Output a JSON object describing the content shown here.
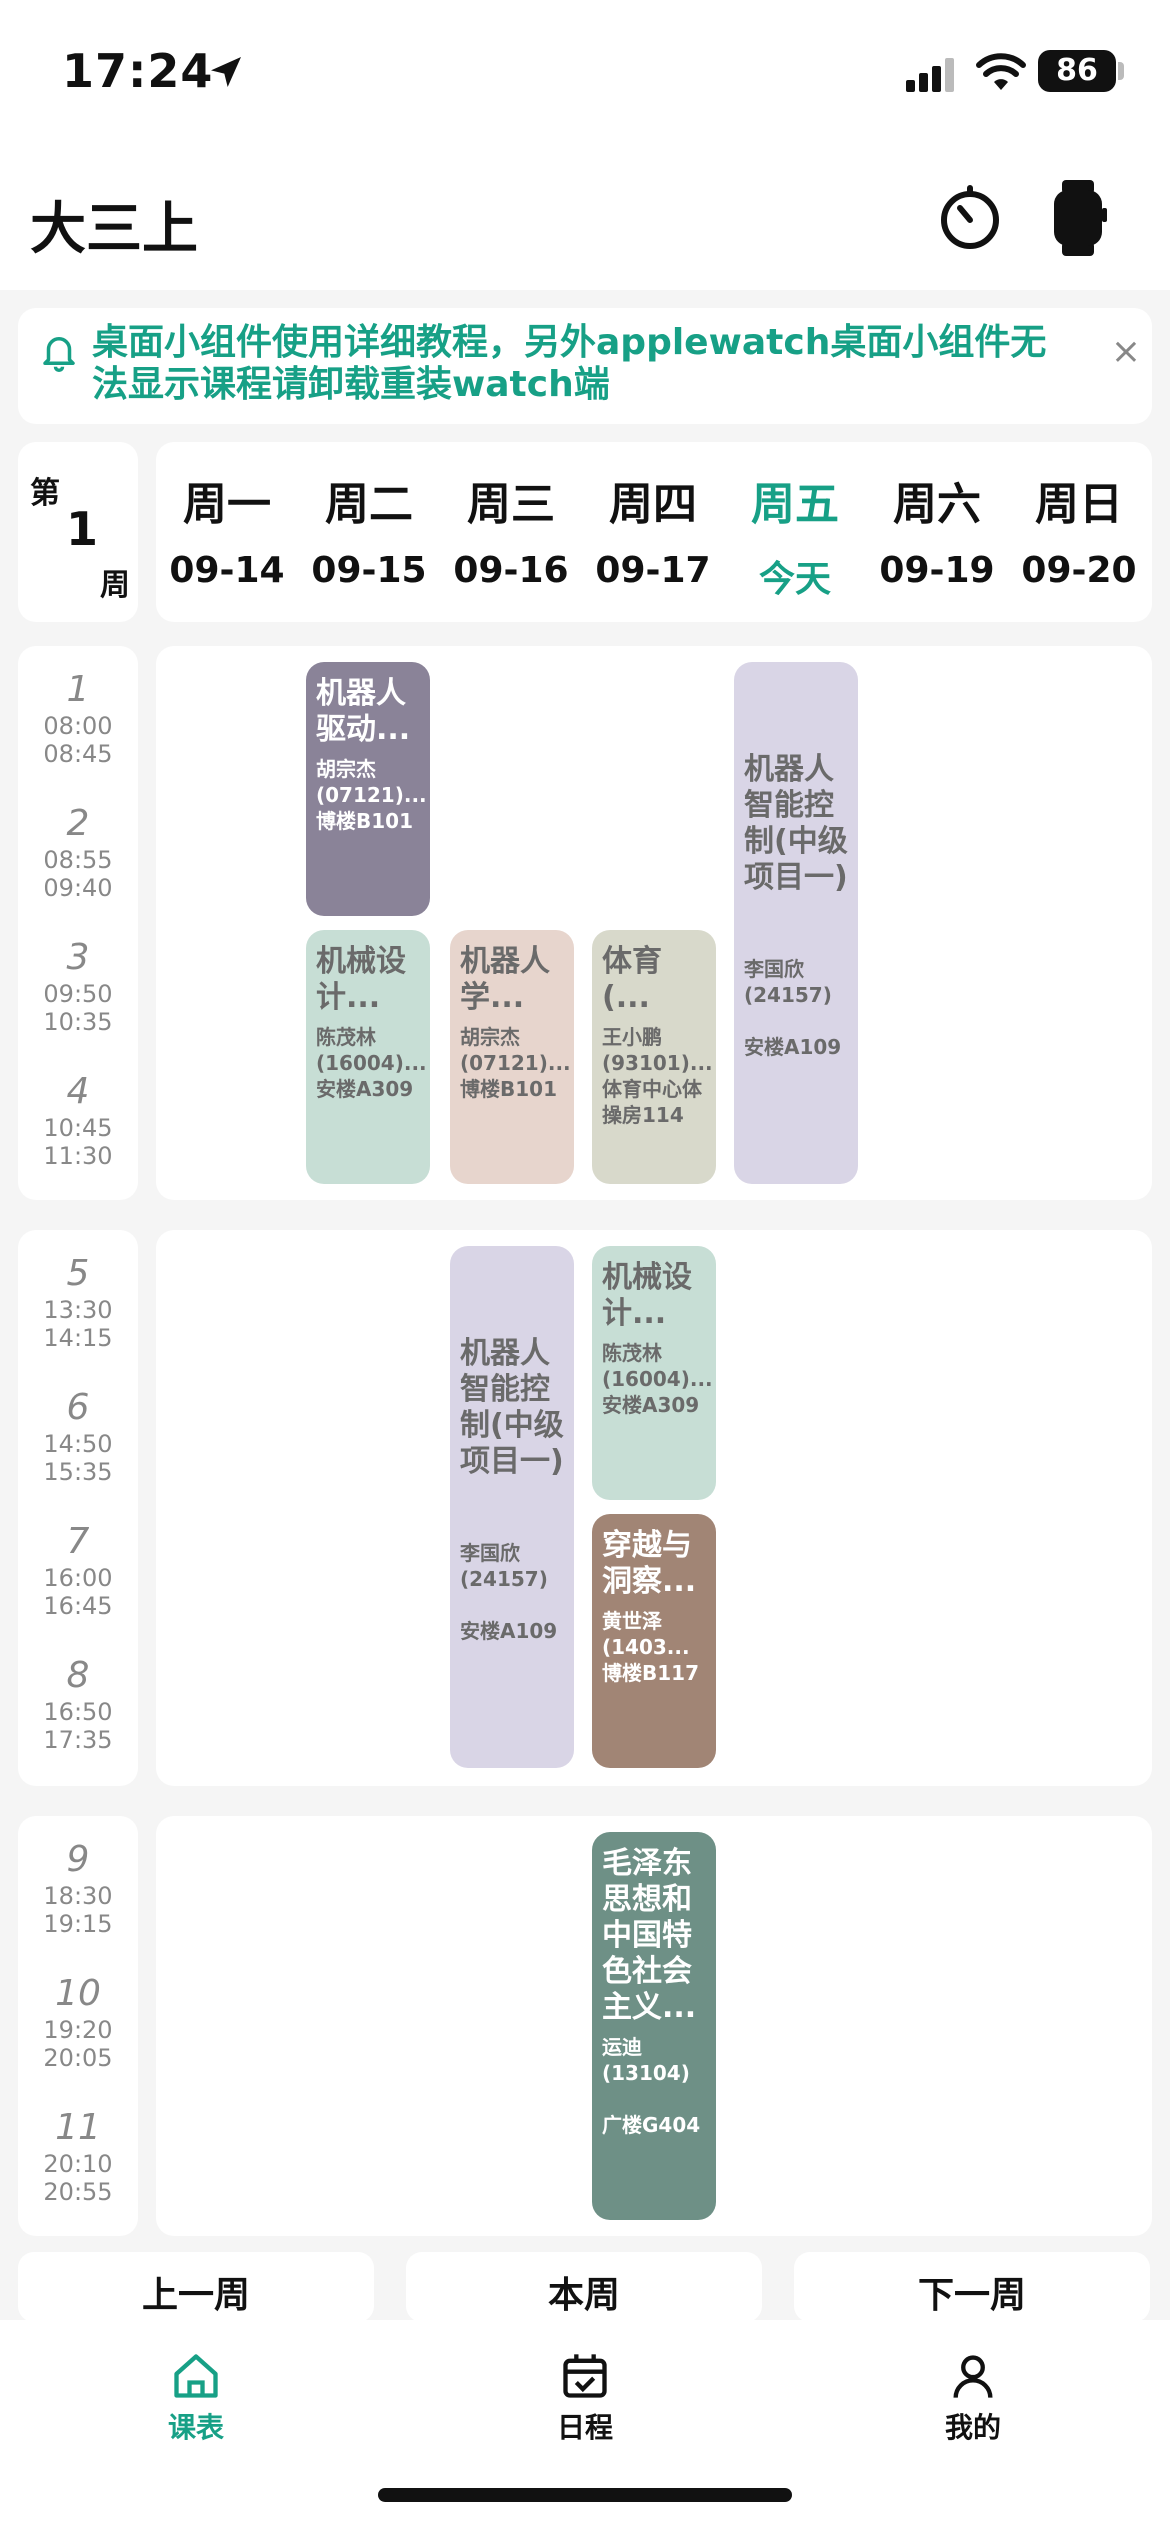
{
  "status": {
    "time": "17:24",
    "battery": "86"
  },
  "header": {
    "title": "大三上"
  },
  "notice": {
    "text": "桌面小组件使用详细教程，另外applewatch桌面小组件无法显示课程请卸载重装watch端",
    "close": "×"
  },
  "week": {
    "prefix": "第",
    "number": "1",
    "suffix": "周"
  },
  "days": [
    {
      "name": "周一",
      "date": "09-14"
    },
    {
      "name": "周二",
      "date": "09-15"
    },
    {
      "name": "周三",
      "date": "09-16"
    },
    {
      "name": "周四",
      "date": "09-17"
    },
    {
      "name": "周五",
      "date": "今天"
    },
    {
      "name": "周六",
      "date": "09-19"
    },
    {
      "name": "周日",
      "date": "09-20"
    }
  ],
  "periods": [
    {
      "num": "1",
      "start": "08:00",
      "end": "08:45"
    },
    {
      "num": "2",
      "start": "08:55",
      "end": "09:40"
    },
    {
      "num": "3",
      "start": "09:50",
      "end": "10:35"
    },
    {
      "num": "4",
      "start": "10:45",
      "end": "11:30"
    },
    {
      "num": "5",
      "start": "13:30",
      "end": "14:15"
    },
    {
      "num": "6",
      "start": "14:50",
      "end": "15:35"
    },
    {
      "num": "7",
      "start": "16:00",
      "end": "16:45"
    },
    {
      "num": "8",
      "start": "16:50",
      "end": "17:35"
    },
    {
      "num": "9",
      "start": "18:30",
      "end": "19:15"
    },
    {
      "num": "10",
      "start": "19:20",
      "end": "20:05"
    },
    {
      "num": "11",
      "start": "20:10",
      "end": "20:55"
    }
  ],
  "courses": [
    {
      "name": "机器人驱动...",
      "teacher": "胡宗杰",
      "code": "(07121)...",
      "room": "博楼B101",
      "color": "#8a8398"
    },
    {
      "name": "机械设计...",
      "teacher": "陈茂林",
      "code": "(16004)...",
      "room": "安楼A309",
      "color": "#c7ded5"
    },
    {
      "name": "机器人学...",
      "teacher": "胡宗杰",
      "code": "(07121)...",
      "room": "博楼B101",
      "color": "#e7d5cd"
    },
    {
      "name": "体育(...",
      "teacher": "王小鹏",
      "code": "(93101)...",
      "room": "体育中心体操房114",
      "color": "#d8d9cb"
    },
    {
      "name": "机器人智能控制(中级项目一)",
      "teacher": "李国欣",
      "code": "(24157)",
      "room": "安楼A109",
      "color": "#d9d5e6"
    },
    {
      "name": "机器人智能控制(中级项目一)",
      "teacher": "李国欣",
      "code": "(24157)",
      "room": "安楼A109",
      "color": "#d9d5e6"
    },
    {
      "name": "机械设计...",
      "teacher": "陈茂林",
      "code": "(16004)...",
      "room": "安楼A309",
      "color": "#c7ded5"
    },
    {
      "name": "穿越与洞察...",
      "teacher": "黄世泽",
      "code": "(1403...",
      "room": "博楼B117",
      "color": "#a18575"
    },
    {
      "name": "毛泽东思想和中国特色社会主义...",
      "teacher": "运迪",
      "code": "(13104)",
      "room": "广楼G404",
      "color": "#6e9086"
    }
  ],
  "nav": {
    "prev": "上一周",
    "current": "本周",
    "next": "下一周"
  },
  "tabs": [
    {
      "label": "课表",
      "icon": "home-icon"
    },
    {
      "label": "日程",
      "icon": "calendar-check-icon"
    },
    {
      "label": "我的",
      "icon": "person-icon"
    }
  ],
  "colors": {
    "accent": "#17a086"
  }
}
